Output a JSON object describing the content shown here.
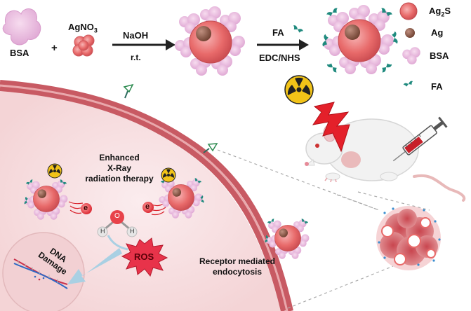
{
  "synthesis": {
    "bsa_label": "BSA",
    "plus": "+",
    "agno3_label": "AgNO",
    "agno3_sub": "3",
    "step1_reagent": "NaOH",
    "step1_condition": "r.t.",
    "step2_reagent": "FA",
    "step2_condition": "EDC/NHS"
  },
  "legend": {
    "items": [
      {
        "label": "Ag",
        "sub": "2",
        "suffix": "S",
        "color": "#e86a6a"
      },
      {
        "label": "Ag",
        "sub": "",
        "suffix": "",
        "color": "#8b5a44"
      },
      {
        "label": "BSA",
        "sub": "",
        "suffix": "",
        "color": "#e7b3dc"
      },
      {
        "label": "FA",
        "sub": "",
        "suffix": "",
        "color": "#1f8a7e"
      }
    ]
  },
  "mechanism": {
    "therapy_line1": "Enhanced",
    "therapy_line2": "X-Ray",
    "therapy_line3": "radiation therapy",
    "water_o": "O",
    "water_h": "H",
    "electron": "e",
    "ros": "ROS",
    "dna_line1": "DNA",
    "dna_line2": "Damage",
    "endocytosis_line1": "Receptor mediated",
    "endocytosis_line2": "endocytosis"
  },
  "colors": {
    "membrane": "#c85a63",
    "membrane_light": "#e9a8ac",
    "ag2s": "#e86a6a",
    "ag": "#8b5a44",
    "bsa": "#e7b3dc",
    "fa": "#1f8a7e",
    "ros": "#e8334a",
    "radiation": "#f2c318",
    "lightning": "#e4202a"
  }
}
